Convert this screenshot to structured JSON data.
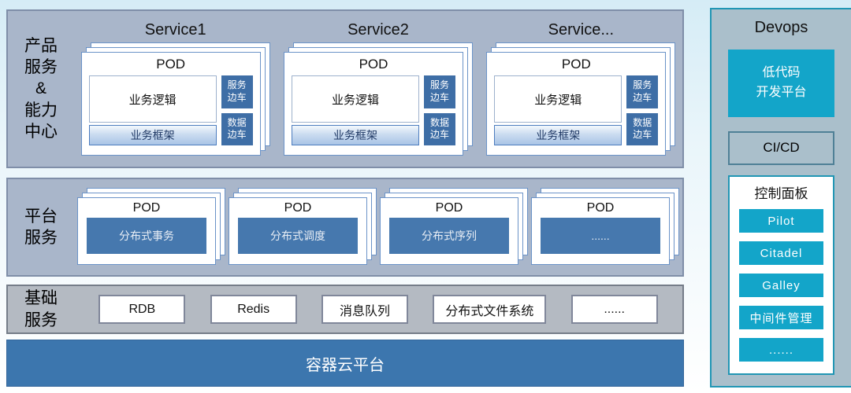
{
  "colors": {
    "band_blue_gray": "#a9b6ca",
    "band_gray": "#b4bac2",
    "container_platform_blue": "#3c76ae",
    "pod_value_blue": "#4678ae",
    "sidecar_blue": "#3e6ea6",
    "devops_teal": "#13a5c9",
    "devops_border_teal": "#2196b4"
  },
  "product_band": {
    "label_lines": [
      "产品",
      "服务",
      "&",
      "能力",
      "中心"
    ],
    "services": [
      {
        "title": "Service1",
        "pod_title": "POD",
        "logic": "业务逻辑",
        "framework": "业务框架",
        "sidecars": [
          {
            "line1": "服务",
            "line2": "边车"
          },
          {
            "line1": "数据",
            "line2": "边车"
          }
        ]
      },
      {
        "title": "Service2",
        "pod_title": "POD",
        "logic": "业务逻辑",
        "framework": "业务框架",
        "sidecars": [
          {
            "line1": "服务",
            "line2": "边车"
          },
          {
            "line1": "数据",
            "line2": "边车"
          }
        ]
      },
      {
        "title": "Service...",
        "pod_title": "POD",
        "logic": "业务逻辑",
        "framework": "业务框架",
        "sidecars": [
          {
            "line1": "服务",
            "line2": "边车"
          },
          {
            "line1": "数据",
            "line2": "边车"
          }
        ]
      }
    ]
  },
  "platform_band": {
    "label_lines": [
      "平台",
      "服务"
    ],
    "pods": [
      {
        "pod_title": "POD",
        "value": "分布式事务"
      },
      {
        "pod_title": "POD",
        "value": "分布式调度"
      },
      {
        "pod_title": "POD",
        "value": "分布式序列"
      },
      {
        "pod_title": "POD",
        "value": "......"
      }
    ]
  },
  "infra_band": {
    "label_lines": [
      "基础",
      "服务"
    ],
    "items": [
      "RDB",
      "Redis",
      "消息队列",
      "分布式文件系统",
      "......"
    ]
  },
  "container_platform": {
    "label": "容器云平台"
  },
  "devops": {
    "title": "Devops",
    "lowcode": {
      "line1": "低代码",
      "line2": "开发平台"
    },
    "cicd_label": "CI/CD",
    "control_panel": {
      "title": "控制面板",
      "buttons": [
        "Pilot",
        "Citadel",
        "Galley",
        "中间件管理",
        "......"
      ]
    }
  }
}
